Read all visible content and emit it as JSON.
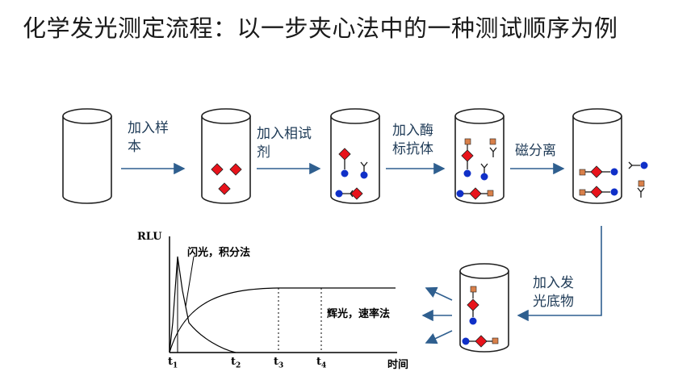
{
  "title": "化学发光测定流程：以一步夹心法中的一种测试顺序为例",
  "steps": {
    "add_sample": [
      "加入样",
      "本"
    ],
    "add_antibody": [
      "加入相试",
      "剂"
    ],
    "add_enzyme": [
      "加入酶",
      "标抗体"
    ],
    "magnetic_sep": [
      "磁分离"
    ],
    "add_substrate": [
      "加入发",
      "光底物"
    ]
  },
  "chart": {
    "ylabel": "RLU",
    "xlabel": "时间",
    "flash_label": "闪光，积分法",
    "glow_label": "辉光，速率法",
    "ticks": [
      {
        "main": "t",
        "sub": "1"
      },
      {
        "main": "t",
        "sub": "2"
      },
      {
        "main": "t",
        "sub": "3"
      },
      {
        "main": "t",
        "sub": "4"
      }
    ]
  },
  "colors": {
    "arrow": "#2f5f8f",
    "antigen": "#e8131b",
    "bead": "#1030c8",
    "enzyme": "#d9804a",
    "tube": "#202020"
  }
}
